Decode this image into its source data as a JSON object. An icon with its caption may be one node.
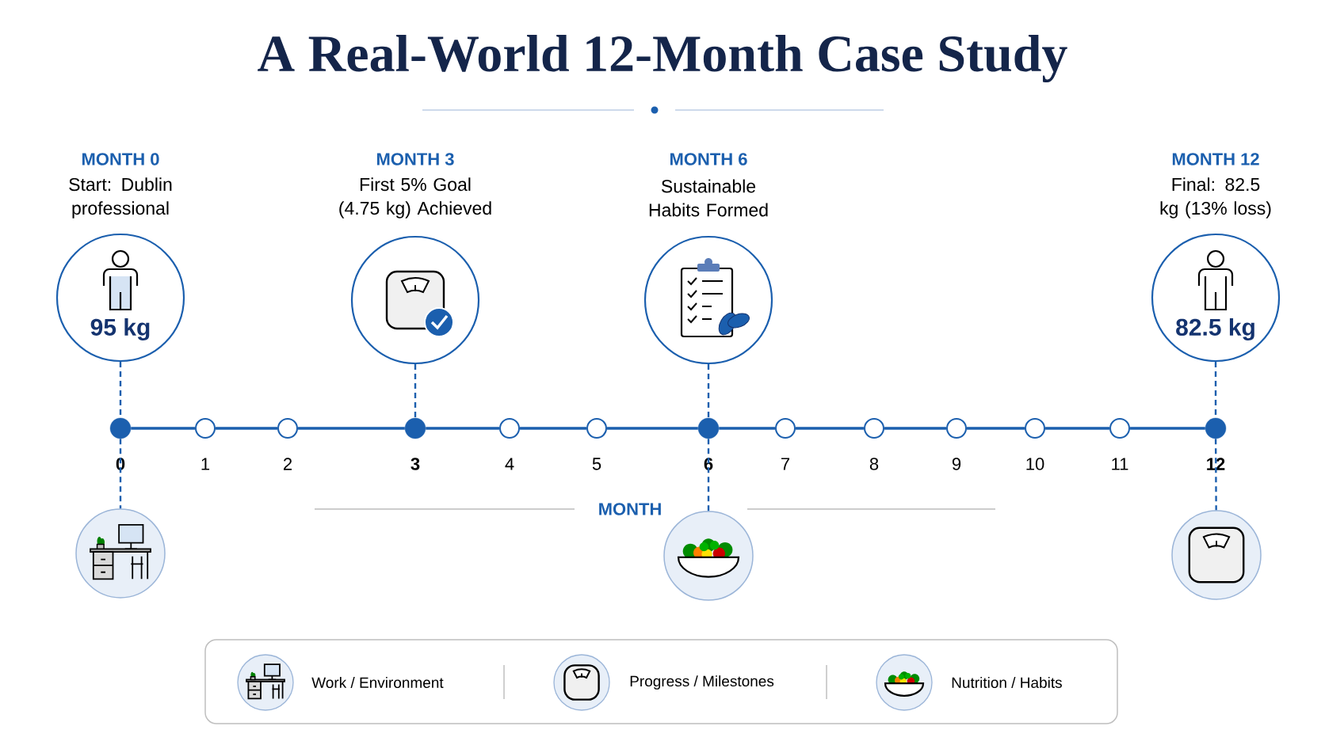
{
  "diagram": {
    "title": "A Real-World 12-Month Case Study",
    "nodes": [
      {
        "text": [
          "MONTH 0",
          "Start: Dublin professional",
          "95 kg"
        ]
      },
      {
        "text": [
          "MONTH 3",
          "First 5% Goal (4.75 kg) Achieved"
        ]
      },
      {
        "text": [
          "MONTH 6",
          "Sustainable Habits Formed"
        ]
      },
      {
        "text": [
          "MONTH 12",
          "Final: 82.5 kg (13% loss)",
          "82.5 kg"
        ]
      },
      {
        "text": [],
        "shape": "circle",
        "beside": [
          "0"
        ]
      },
      {
        "text": [],
        "shape": "circle",
        "beside": [
          "1"
        ]
      },
      {
        "text": [],
        "shape": "circle",
        "beside": [
          "2"
        ]
      },
      {
        "text": [],
        "shape": "circle",
        "beside": [
          "3"
        ]
      },
      {
        "text": [],
        "shape": "circle",
        "beside": [
          "4"
        ]
      },
      {
        "text": [],
        "shape": "circle",
        "beside": [
          "5"
        ]
      },
      {
        "text": [],
        "shape": "circle",
        "beside": [
          "6"
        ]
      },
      {
        "text": [],
        "shape": "circle",
        "beside": [
          "7"
        ]
      },
      {
        "text": [],
        "shape": "circle",
        "beside": [
          "8"
        ]
      },
      {
        "text": [],
        "shape": "circle",
        "beside": [
          "9"
        ]
      },
      {
        "text": [],
        "shape": "circle",
        "beside": [
          "10"
        ]
      },
      {
        "text": [],
        "shape": "circle",
        "beside": [
          "11"
        ]
      },
      {
        "text": [],
        "shape": "circle",
        "beside": [
          "12"
        ]
      },
      {
        "text": [],
        "shape": "picture"
      },
      {
        "text": [],
        "shape": "picture"
      },
      {
        "text": [],
        "shape": "picture"
      }
    ],
    "edges": [
      {
        "from": 0,
        "to": 4,
        "arrow": "none",
        "style": "dashed"
      },
      {
        "from": 1,
        "to": 7,
        "arrow": "none",
        "style": "dashed"
      },
      {
        "from": 2,
        "to": 10,
        "arrow": "none",
        "style": "dashed"
      },
      {
        "from": 3,
        "to": 16,
        "arrow": "none",
        "style": "dashed"
      },
      {
        "from": 4,
        "to": 5,
        "arrow": "none"
      },
      {
        "from": 5,
        "to": 6,
        "arrow": "none"
      },
      {
        "from": 6,
        "to": 7,
        "arrow": "none"
      },
      {
        "from": 7,
        "to": 8,
        "arrow": "none"
      },
      {
        "from": 8,
        "to": 9,
        "arrow": "none"
      },
      {
        "from": 9,
        "to": 10,
        "arrow": "none"
      },
      {
        "from": 10,
        "to": 11,
        "arrow": "none"
      },
      {
        "from": 11,
        "to": 12,
        "arrow": "none"
      },
      {
        "from": 12,
        "to": 13,
        "arrow": "none"
      },
      {
        "from": 13,
        "to": 14,
        "arrow": "none"
      },
      {
        "from": 14,
        "to": 15,
        "arrow": "none"
      },
      {
        "from": 15,
        "to": 16,
        "arrow": "none"
      },
      {
        "from": 4,
        "to": 17,
        "arrow": "none",
        "style": "dashed"
      },
      {
        "from": 10,
        "to": 18,
        "arrow": "none",
        "style": "dashed"
      },
      {
        "from": 16,
        "to": 19,
        "arrow": "none",
        "style": "dashed"
      }
    ],
    "labels": [
      "MONTH"
    ],
    "legend": [
      {
        "text": "Work / Environment"
      },
      {
        "text": "Progress / Milestones"
      },
      {
        "text": "Nutrition / Habits"
      }
    ]
  }
}
